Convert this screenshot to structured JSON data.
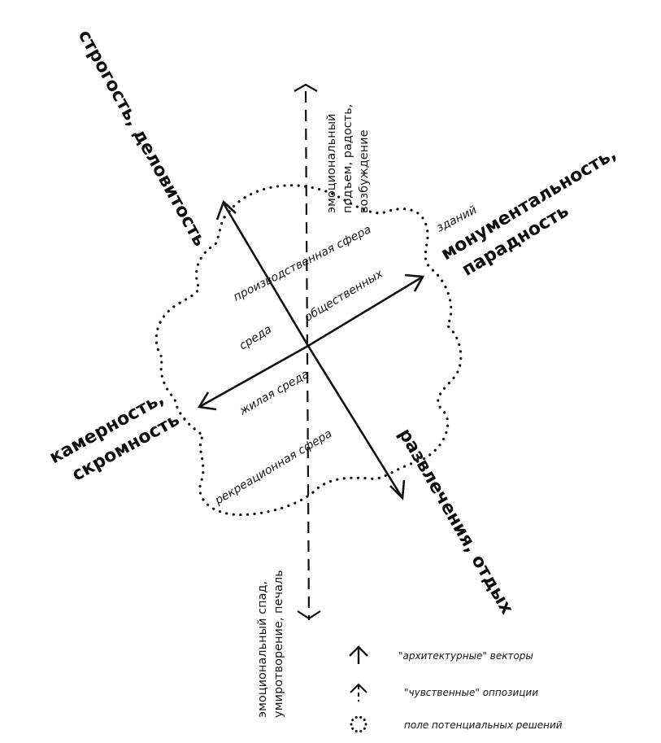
{
  "axes": {
    "vertical_top": {
      "line1": "эмоциональный",
      "line2": "подъем, радость,",
      "line3": "возбуждение"
    },
    "vertical_bottom": {
      "line1": "эмоциональный спад,",
      "line2": "умиротворение, печаль"
    },
    "nw": {
      "line1": "строгость, деловитость"
    },
    "ne": {
      "line1": "монументальность,",
      "line2": "парадность"
    },
    "sw": {
      "line1": "камерность,",
      "line2": "скромность"
    },
    "se": {
      "line1": "развлечения, отдых"
    }
  },
  "zones": {
    "production": "производственная сфера",
    "buildings": "зданий",
    "public": "общественных",
    "environment": "среда",
    "residential": "жилая среда",
    "recreation": "рекреационная сфера"
  },
  "legend": {
    "vectors": "\"архитектурные\" векторы",
    "oppositions": "\"чувственные\" оппозиции",
    "field": "поле потенциальных решений"
  },
  "colors": {
    "ink": "#111111",
    "paper": "#ffffff"
  }
}
